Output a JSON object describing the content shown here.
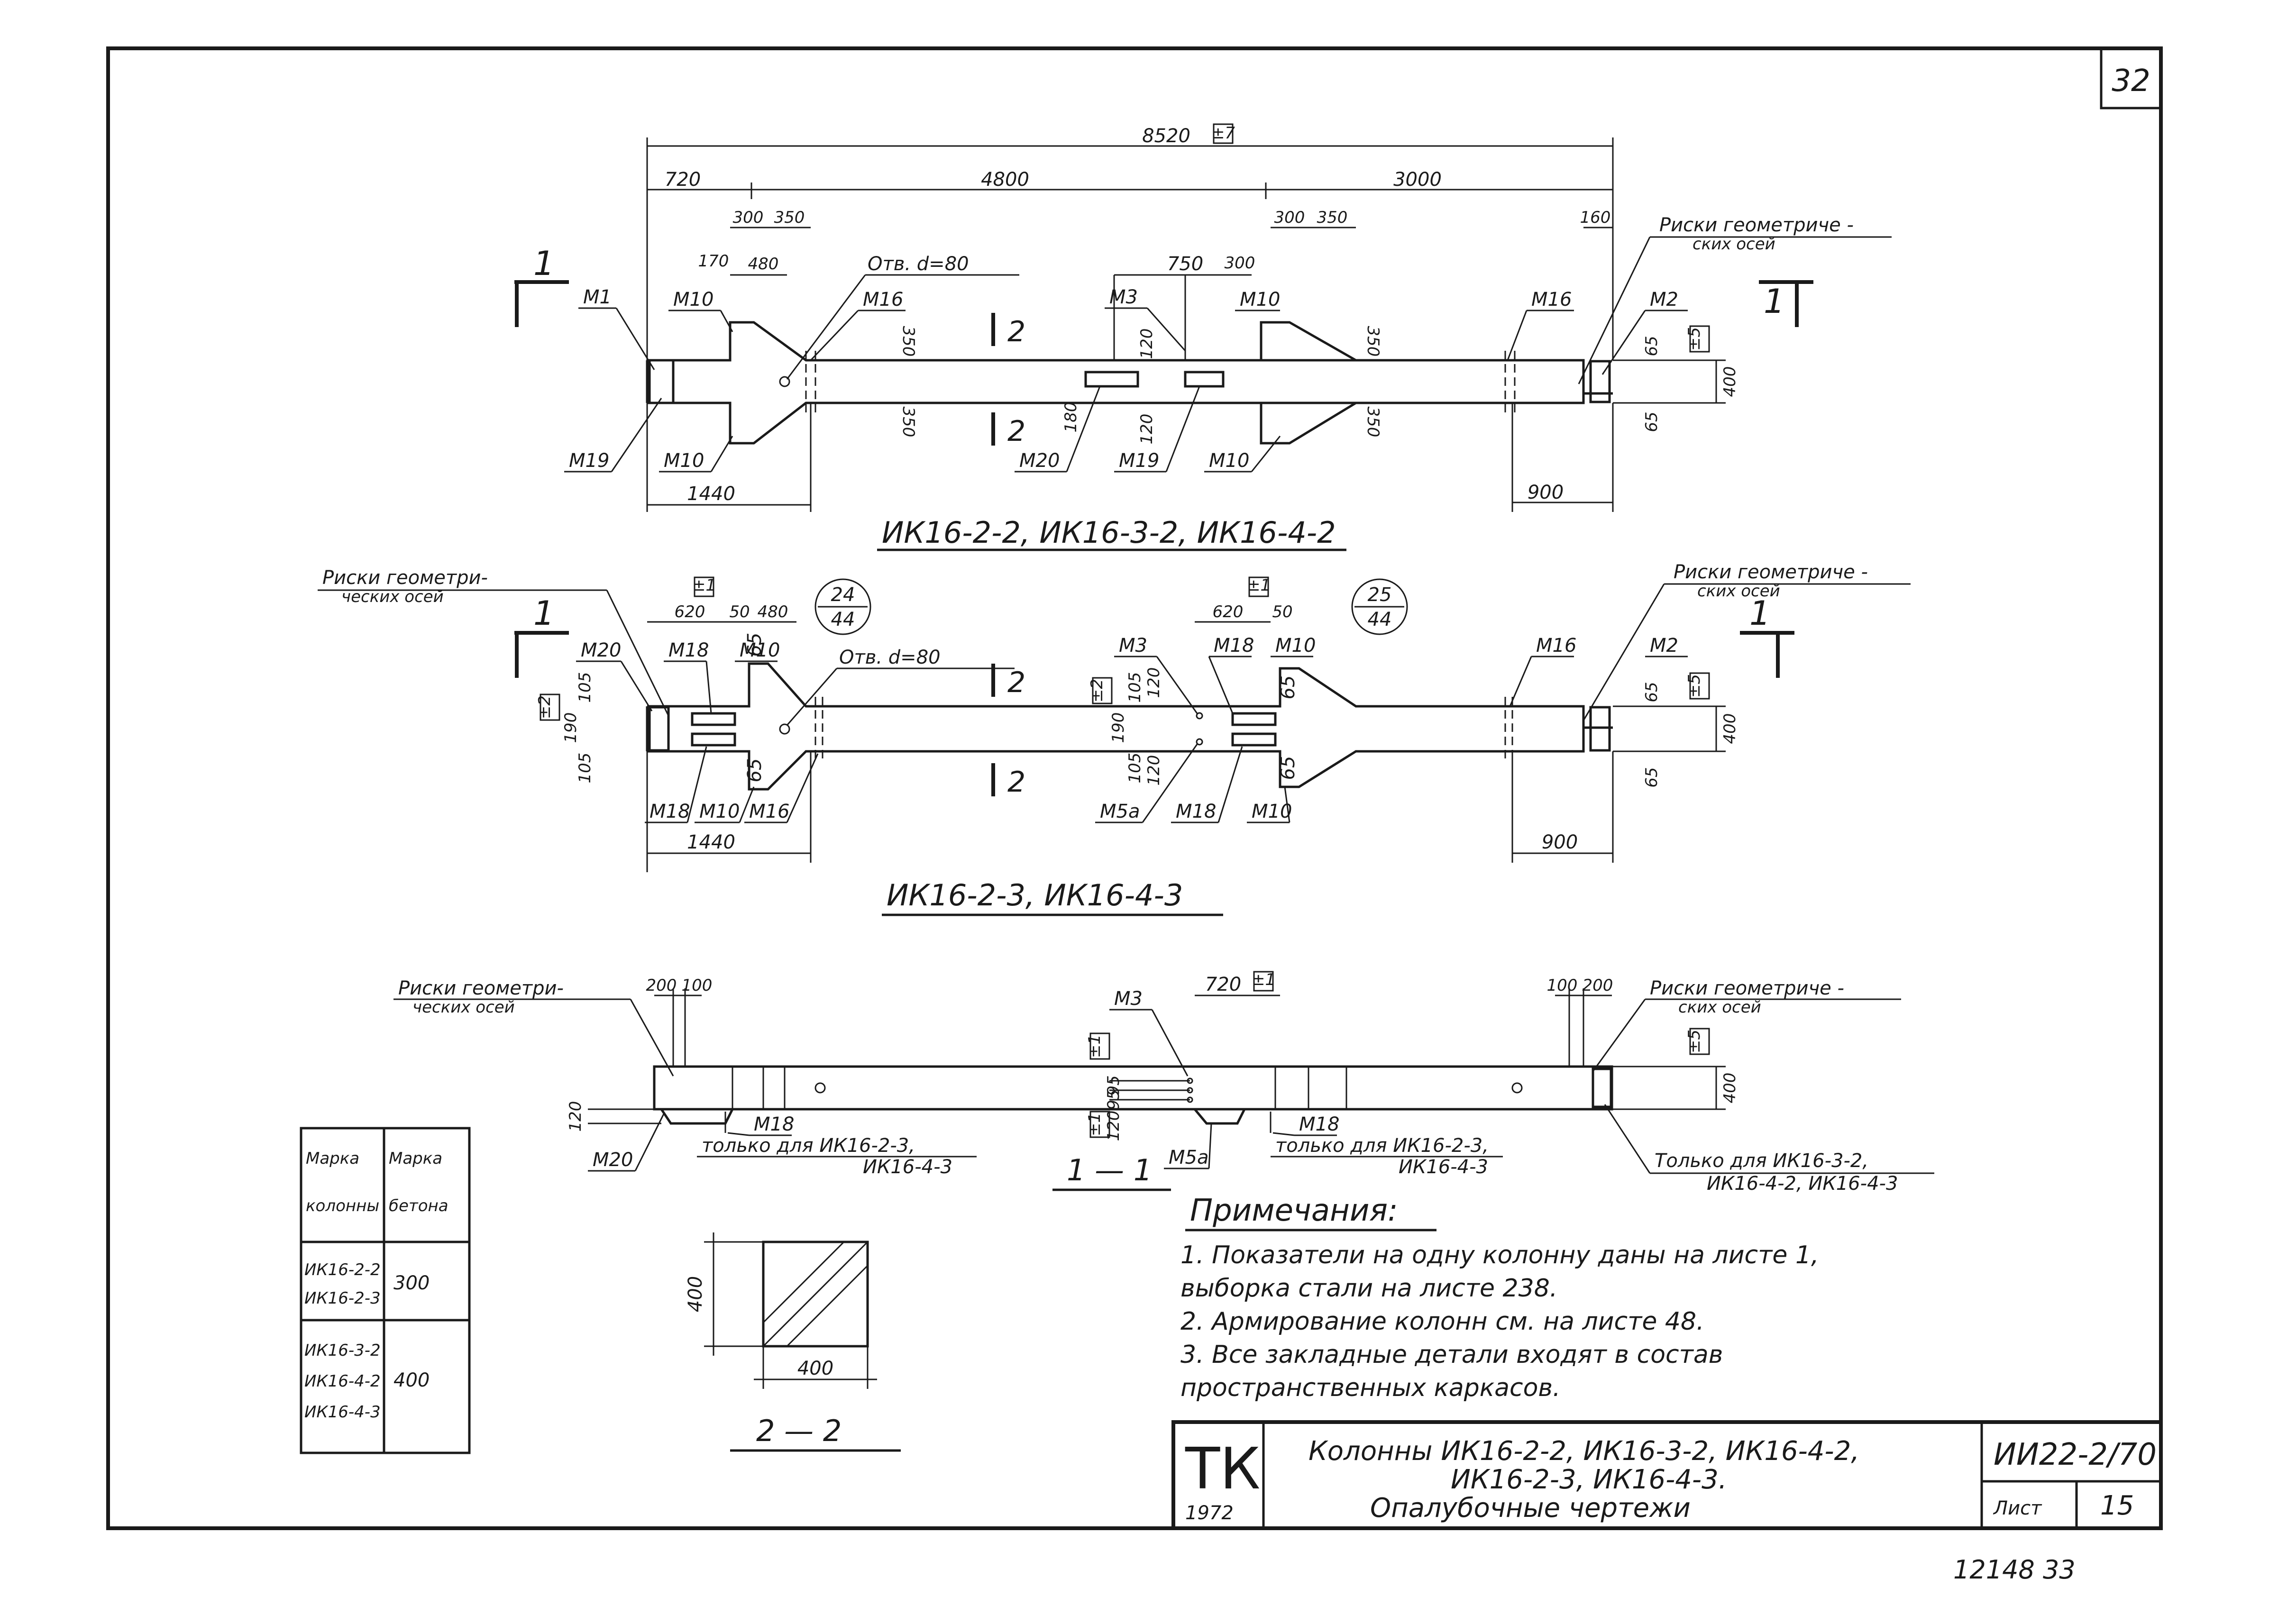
{
  "sheet": {
    "corner_number": "32",
    "page_marks": "12148    33"
  },
  "top_view": {
    "title": "ИК16-2-2, ИК16-3-2, ИК16-4-2",
    "section_mark": "1",
    "section_mark_right": "1",
    "cut_mark_upper": "2",
    "cut_mark_lower": "2",
    "dims": {
      "overall": "8520",
      "overall_tol": "±7",
      "d720": "720",
      "d4800": "4800",
      "d3000": "3000",
      "d300a": "300",
      "d350a": "350",
      "d170": "170",
      "d480": "480",
      "d750": "750",
      "d300b": "300",
      "d350b": "350",
      "d160": "160",
      "d350_l1": "350",
      "d350_l2": "350",
      "d350_r1": "350",
      "d350_r2": "350",
      "d120a": "120",
      "d120b": "120",
      "d180": "180",
      "d65a": "65",
      "d65b": "65",
      "d400": "400",
      "tol5": "±5",
      "d1440": "1440",
      "d900": "900"
    },
    "hole_note": "Отв. d=80",
    "axis_note": "Риски геометриче -\nских осей",
    "marks": [
      "М1",
      "М10",
      "М16",
      "М3",
      "М10",
      "М16",
      "М2",
      "М19",
      "М10",
      "М20",
      "М19",
      "М10"
    ]
  },
  "mid_view": {
    "title": "ИК16-2-3, ИК16-4-3",
    "section_mark": "1",
    "section_mark_right": "1",
    "cut_mark_upper": "2",
    "cut_mark_lower": "2",
    "axis_note_left": "Риски геометри-\nческих осей",
    "axis_note_right": "Риски геометриче -\nских осей",
    "hole_note": "Отв. d=80",
    "circle_left_top": "24",
    "circle_left_bottom": "44",
    "circle_right_top": "25",
    "circle_right_bottom": "44",
    "dims": {
      "d620a": "620",
      "d50a": "50",
      "d480": "480",
      "tol1a": "±1",
      "d620b": "620",
      "d50b": "50",
      "tol1b": "±1",
      "d65a": "65",
      "d65b": "65",
      "d65c": "65",
      "d65d": "65",
      "d65e": "65",
      "d105a": "105",
      "d105b": "105",
      "d190a": "190",
      "tol2a": "±2",
      "d105c": "105",
      "d105d": "105",
      "d190b": "190",
      "tol2b": "±2",
      "d120": "120",
      "d120b": "120",
      "d65f": "65",
      "d65g": "65",
      "d400": "400",
      "tol5": "±5",
      "d1440": "1440",
      "d900": "900"
    },
    "marks": [
      "М20",
      "М18",
      "М10",
      "М3",
      "М18",
      "М10",
      "М16",
      "М2",
      "М18",
      "М10",
      "М16",
      "М5а",
      "М18",
      "М10"
    ]
  },
  "section_1_1": {
    "title": "1 — 1",
    "axis_note_left": "Риски геометри-\nческих осей",
    "axis_note_right": "Риски геометриче -\nских осей",
    "dims": {
      "d200a": "200",
      "d100a": "100",
      "d720": "720",
      "tol1": "±1",
      "d100b": "100",
      "d200b": "200",
      "tol1b": "±1",
      "d95a": "95",
      "d95b": "95",
      "d120a": "120",
      "tol1c": "±1",
      "d120b": "120",
      "tol5": "±5",
      "d400": "400"
    },
    "marks": [
      "М3",
      "М18",
      "М20",
      "М18",
      "М5а"
    ],
    "only_for_a": "только для ИК16-2-3,\nИК16-4-3",
    "only_for_b": "только для ИК16-2-3,\nИК16-4-3",
    "only_for_c": "Только для ИК16-3-2,\nИК16-4-2, ИК16-4-3"
  },
  "section_2_2": {
    "title": "2 — 2",
    "dim_h": "400",
    "dim_v": "400"
  },
  "grade_table": {
    "headers": [
      "Марка колонны",
      "Марка бетона"
    ],
    "rows": [
      {
        "columns": [
          "ИК16-2-2",
          "ИК16-2-3"
        ],
        "concrete": "300"
      },
      {
        "columns": [
          "ИК16-3-2",
          "ИК16-4-2",
          "ИК16-4-3"
        ],
        "concrete": "400"
      }
    ]
  },
  "notes": {
    "heading": "Примечания:",
    "lines": [
      "1. Показатели на одну колонну даны на листе 1,",
      "выборка стали на листе 238.",
      "2. Армирование колонн   см. на листе 48.",
      "3. Все закладные детали   входят в состав",
      "пространственных каркасов."
    ]
  },
  "title_block": {
    "org": "ТК",
    "year": "1972",
    "name_line1": "Колонны ИК16-2-2, ИК16-3-2, ИК16-4-2,",
    "name_line2": "ИК16-2-3, ИК16-4-3.",
    "name_line3": "Опалубочные чертежи",
    "code": "ИИ22-2/70",
    "sheet_label": "Лист",
    "sheet_no": "15"
  }
}
